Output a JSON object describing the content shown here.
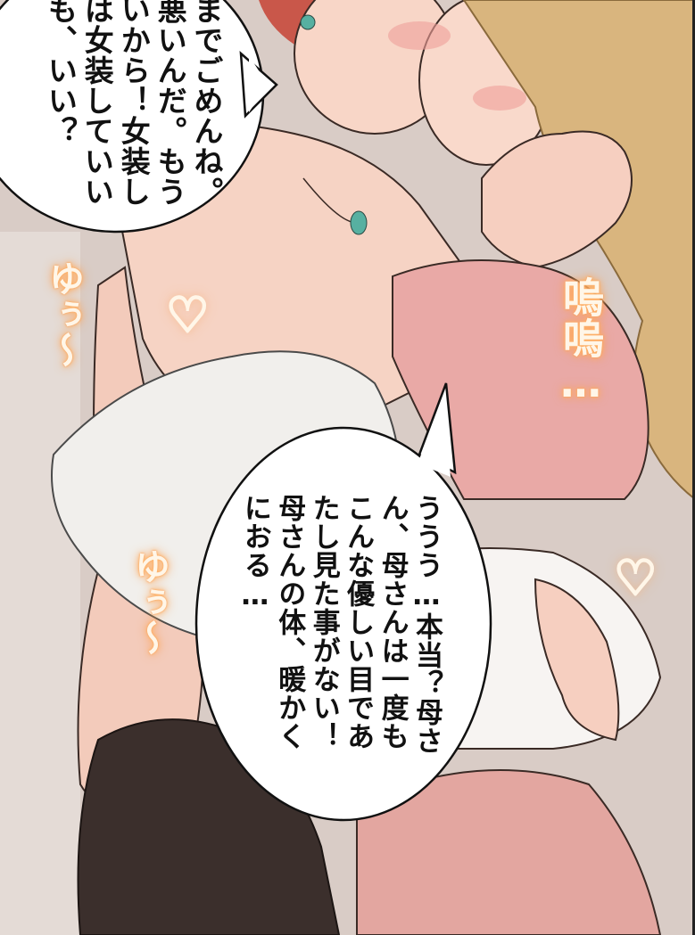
{
  "panel": {
    "speech_bubbles": [
      {
        "id": "upper-left",
        "text": "までごめんね。\n悪いんだ。もう\nいから！女装し\nは女装していい\nも、いい？"
      },
      {
        "id": "center",
        "text": "ううう…本当？母さ\nん、母さんは一度も\nこんな優しい目であ\nたし見た事がない！\n母さんの体、暖かく\nにおる…"
      }
    ],
    "sound_effects": [
      {
        "id": "sfx-left-1",
        "text": "ゆぅ～"
      },
      {
        "id": "sfx-left-2",
        "text": "ゆぅ～"
      },
      {
        "id": "sfx-right",
        "text": "嗚嗚…"
      }
    ],
    "hearts": [
      "♡",
      "♡"
    ],
    "colors": {
      "background_wall": "#d9ccc6",
      "skin": "#f6d3c4",
      "hair": "#d9b57e",
      "pink_top": "#e9a9a6",
      "fur": "#f1efec",
      "stockings": "#3b2f2c",
      "glow": "#ffb06a"
    }
  }
}
